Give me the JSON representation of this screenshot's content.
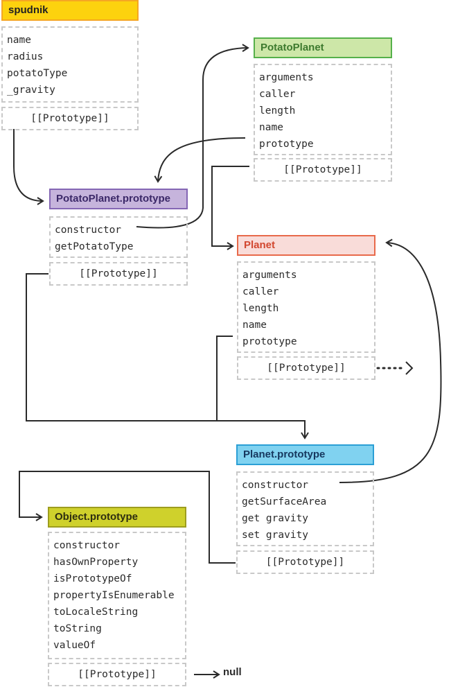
{
  "colors": {
    "spudnik": {
      "fill": "#fdd20e",
      "border": "#f5a623",
      "text": "#222222"
    },
    "potato_planet": {
      "fill": "#cde7a8",
      "border": "#55b04a",
      "text": "#3d7a2e"
    },
    "potato_planet_prototype": {
      "fill": "#c6b4dc",
      "border": "#8466b4",
      "text": "#3b2868"
    },
    "planet": {
      "fill": "#f9dcd9",
      "border": "#e8694a",
      "text": "#d2472f"
    },
    "planet_prototype": {
      "fill": "#80d2f0",
      "border": "#2b9fd5",
      "text": "#16375e"
    },
    "object_prototype": {
      "fill": "#cfd12c",
      "border": "#9d9d1e",
      "text": "#2e2e10"
    },
    "arrow": "#2a2a2a"
  },
  "spudnik": {
    "title": "spudnik",
    "properties": [
      "name",
      "radius",
      "potatoType",
      "_gravity"
    ],
    "prototype_slot": "[[Prototype]]"
  },
  "potato_planet": {
    "title": "PotatoPlanet",
    "properties": [
      "arguments",
      "caller",
      "length",
      "name",
      "prototype"
    ],
    "prototype_slot": "[[Prototype]]"
  },
  "potato_planet_prototype": {
    "title": "PotatoPlanet.prototype",
    "properties": [
      "constructor",
      "getPotatoType"
    ],
    "prototype_slot": "[[Prototype]]"
  },
  "planet": {
    "title": "Planet",
    "properties": [
      "arguments",
      "caller",
      "length",
      "name",
      "prototype"
    ],
    "prototype_slot": "[[Prototype]]"
  },
  "planet_prototype": {
    "title": "Planet.prototype",
    "properties": [
      "constructor",
      "getSurfaceArea",
      "get gravity",
      "set gravity"
    ],
    "prototype_slot": "[[Prototype]]"
  },
  "object_prototype": {
    "title": "Object.prototype",
    "properties": [
      "constructor",
      "hasOwnProperty",
      "isPrototypeOf",
      "propertyIsEnumerable",
      "toLocaleString",
      "toString",
      "valueOf"
    ],
    "prototype_slot": "[[Prototype]]"
  },
  "null_label": "null"
}
